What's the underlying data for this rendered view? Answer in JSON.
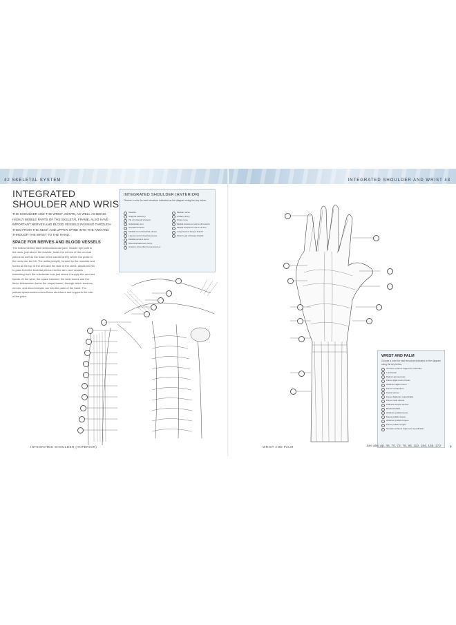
{
  "header": {
    "left": "42   SKELETAL SYSTEM",
    "right": "INTEGRATED SHOULDER AND WRIST   43"
  },
  "left_page": {
    "title_line1": "INTEGRATED",
    "title_line2": "SHOULDER AND WRIST",
    "intro": "THE SHOULDER AND THE WRIST JOINTS, AS WELL AS BEING HIGHLY MOBILE PARTS OF THE SKELETAL FRAME, ALSO HAVE IMPORTANT NERVES AND BLOOD VESSELS PASSING THROUGH THEM FROM THE NECK AND UPPER SPINE INTO THE ARM AND THROUGH THE WRIST TO THE HAND.",
    "subheading": "SPACE FOR NERVES AND BLOOD VESSELS",
    "body": "The hollow behind each sternoclavicular joint, muscle bye path in the neck, just above the clavicle, holds the nerves of the cervical plexus as well as the base of the carotid artery where the pulse in the neck can be felt. The axilla (armpit), formed by the muscles and bones at the top of the arm and the side of the chest, allows nerves to pass from the brachial plexus into the arm, and vessels branching from the subclavian vein just above it supply the arm and hands. At the wrist, the space between the wrist bones and the flexor retinaculum forms the carpal tunnel, through which tendons, nerves, and blood vessels run into the palm of the hand. The palmar aponeurosis covers these structures and supports the skin of the palm.",
    "caption": "INTEGRATED SHOULDER (ANTERIOR)"
  },
  "key_box": {
    "title": "INTEGRATED SHOULDER (ANTERIOR)",
    "description": "Choose a color for each structure indicated on the diagram using the key below.",
    "col1": [
      "Clavicle",
      "Scapula (anterior)",
      "Tip of coracoid process",
      "Subclavian vein",
      "Serratus anterior",
      "Medial cord of brachial plexus",
      "Lateral cord of brachial plexus",
      "Medial pectoral nerve",
      "Musculocutaneous nerve",
      "Anterior circumflex humeral artery"
    ],
    "col2": [
      "Median nerve",
      "Axillary artery",
      "Ulnar nerve",
      "Medial cutaneous nerve of forearm",
      "Medial cutaneous nerve of arm",
      "Long head of biceps brachii",
      "Short head of biceps brachii"
    ]
  },
  "right_page": {
    "caption": "WRIST AND PALM",
    "see_also": "See also pp. 46, 70, 72, 78, 98, 110, 154, 156, 172"
  },
  "wrist_box": {
    "title": "WRIST AND PALM",
    "description": "Choose a color for each structure indicated on the diagram using the key below.",
    "items": [
      "Tendons of flexor digitorum profundus",
      "Lumbricals",
      "Palmar aponeurosis",
      "Flexor digiti minimi brevis",
      "Abductor digiti minimi",
      "Flexor retinaculum",
      "Carpal tunnel",
      "Flexor digitorum superficialis",
      "Flexor carpi ulnaris",
      "Palmaris longus tendon",
      "Brachioradialis",
      "Abductor pollicis brevis",
      "Flexor pollicis brevis",
      "Abductor pollicis longus",
      "Flexor pollicis longus",
      "Tendons of flexor digitorum superficialis"
    ]
  },
  "colors": {
    "header_strip": "#c9d9e6",
    "key_box_bg": "#eef3f8",
    "accent_arrow": "#4a8ac0"
  }
}
